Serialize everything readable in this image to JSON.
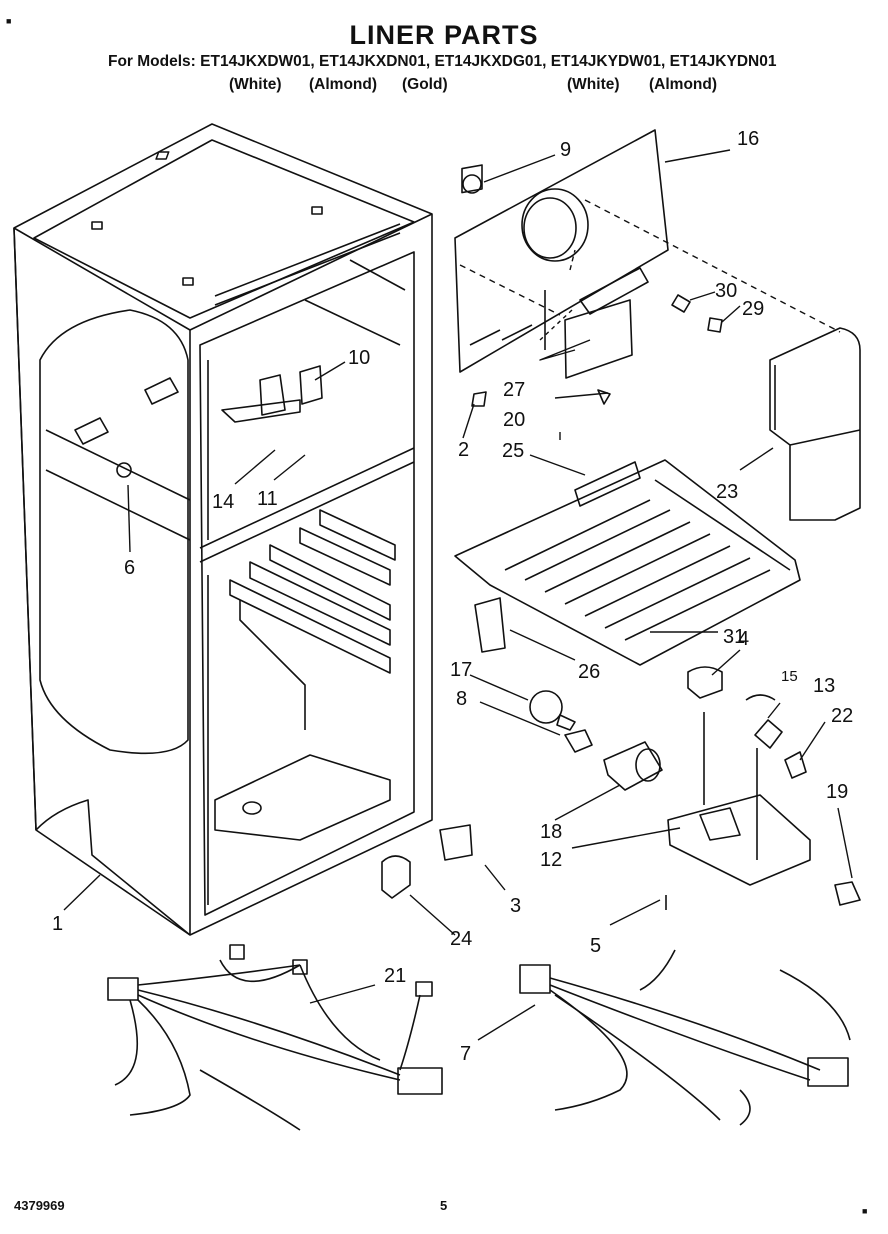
{
  "header": {
    "title": "LINER PARTS",
    "models": "For Models: ET14JKXDW01, ET14JKXDN01, ET14JKXDG01, ET14JKYDW01, ET14JKYDN01",
    "colors": [
      "(White)",
      "(Almond)",
      "(Gold)",
      "(White)",
      "(Almond)"
    ]
  },
  "callouts": [
    "1",
    "2",
    "3",
    "4",
    "5",
    "6",
    "7",
    "8",
    "9",
    "10",
    "11",
    "12",
    "13",
    "14",
    "15",
    "16",
    "17",
    "18",
    "19",
    "20",
    "21",
    "22",
    "23",
    "24",
    "25",
    "26",
    "27",
    "29",
    "30",
    "31"
  ],
  "footer": {
    "doc_number": "4379969",
    "page": "5"
  }
}
